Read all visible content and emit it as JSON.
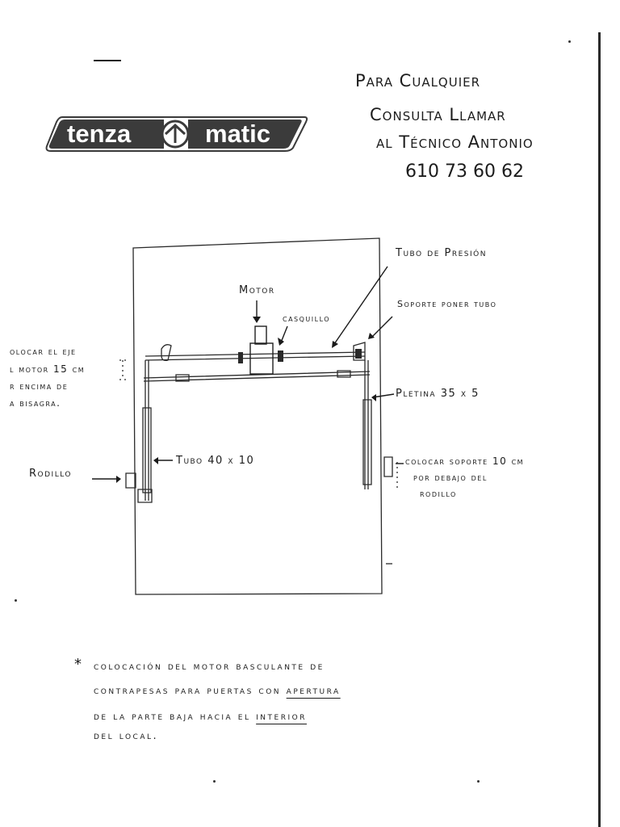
{
  "logo": {
    "left": "tenza",
    "right": "matic"
  },
  "contact": {
    "line1": "Para Cualquier",
    "line2": "Consulta Llamar",
    "line3": "al Técnico Antonio",
    "phone": "610 73 60 62"
  },
  "labels": {
    "tubo_presion": "Tubo de Presión",
    "motor": "Motor",
    "casquillo": "casquillo",
    "soporte_poner_tubo": "Soporte poner tubo",
    "colocar_eje_1": "olocar el eje",
    "colocar_eje_2": "l motor 15 cm",
    "colocar_eje_3": "r encima de",
    "colocar_eje_4": "a bisagra.",
    "pletina": "Pletina 35 x 5",
    "tubo": "Tubo 40 x 10",
    "rodillo": "Rodillo",
    "colocar_soporte_1": "colocar soporte 10 cm",
    "colocar_soporte_2": "por debajo del",
    "colocar_soporte_3": "rodillo"
  },
  "note": {
    "star": "*",
    "line1": "colocación del motor basculante de",
    "line2a": "contrapesas para puertas con",
    "line2b": "apertura",
    "line3a": "de la parte baja hacia el",
    "line3b": "interior",
    "line4": "del local."
  }
}
